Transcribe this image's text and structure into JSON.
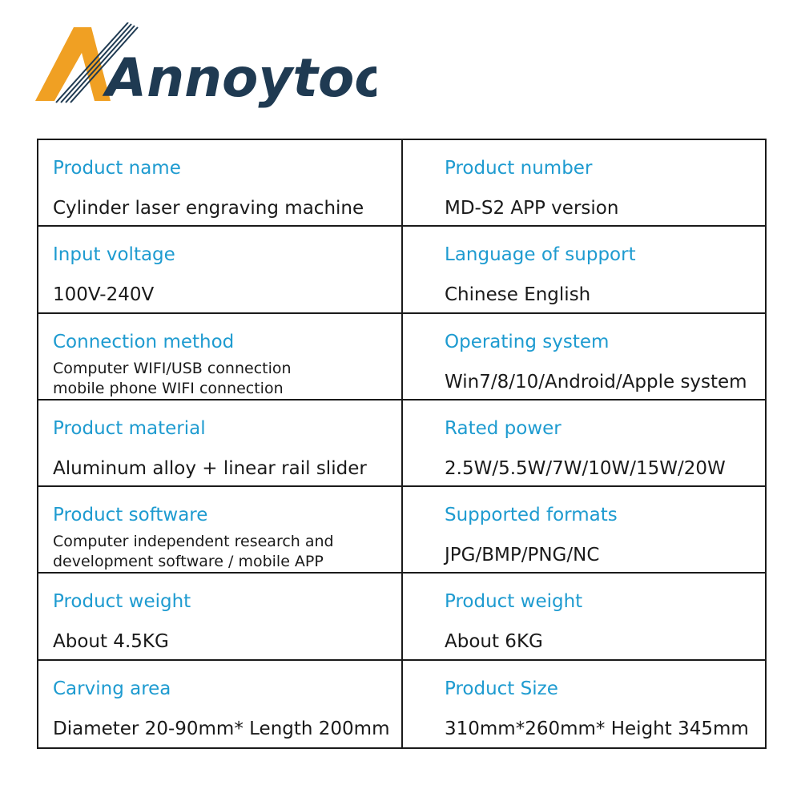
{
  "brand": {
    "name": "Annoytools",
    "accent_color": "#f0a023",
    "text_color": "#1f3a52"
  },
  "specs": [
    {
      "label": "Product name",
      "value": "Cylinder laser engraving machine"
    },
    {
      "label": "Product number",
      "value": "MD-S2 APP version"
    },
    {
      "label": "Input voltage",
      "value": "100V-240V"
    },
    {
      "label": "Language of support",
      "value": "Chinese English"
    },
    {
      "label": "Connection method",
      "value_lines": [
        "Computer WIFI/USB connection",
        "mobile phone WIFI connection"
      ]
    },
    {
      "label": "Operating system",
      "value": "Win7/8/10/Android/Apple system"
    },
    {
      "label": "Product material",
      "value": "Aluminum alloy + linear rail slider"
    },
    {
      "label": "Rated power",
      "value": "2.5W/5.5W/7W/10W/15W/20W"
    },
    {
      "label": "Product software",
      "value_lines": [
        "Computer independent research and",
        "development software / mobile APP"
      ]
    },
    {
      "label": "Supported formats",
      "value": "JPG/BMP/PNG/NC"
    },
    {
      "label": "Product weight",
      "value": "About 4.5KG"
    },
    {
      "label": "Product weight",
      "value": "About 6KG"
    },
    {
      "label": "Carving area",
      "value": "Diameter 20-90mm* Length 200mm"
    },
    {
      "label": "Product Size",
      "value": "310mm*260mm* Height 345mm"
    }
  ],
  "colors": {
    "label": "#1e9bd0",
    "value": "#1a1a1a",
    "border": "#1a1a1a"
  }
}
